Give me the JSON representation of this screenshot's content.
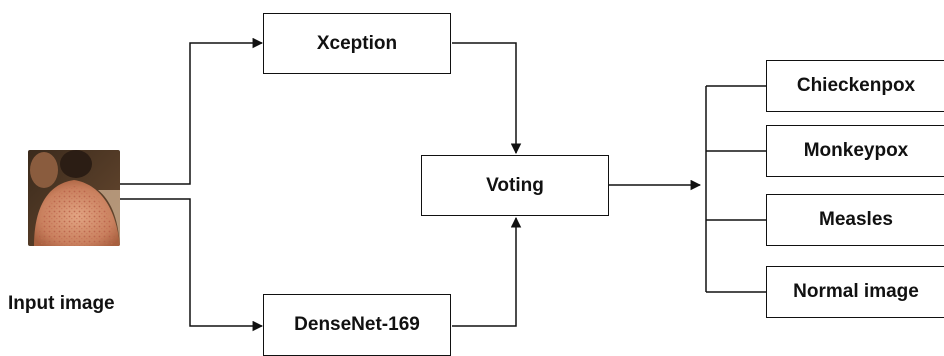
{
  "input": {
    "label": "Input image",
    "photo_icon": "skin-rash-photo"
  },
  "models": {
    "model_a": "Xception",
    "model_b": "DenseNet-169"
  },
  "ensemble": {
    "label": "Voting"
  },
  "outputs": [
    "Chieckenpox",
    "Monkeypox",
    "Measles",
    "Normal image"
  ],
  "colors": {
    "line": "#111111",
    "background": "#ffffff"
  }
}
